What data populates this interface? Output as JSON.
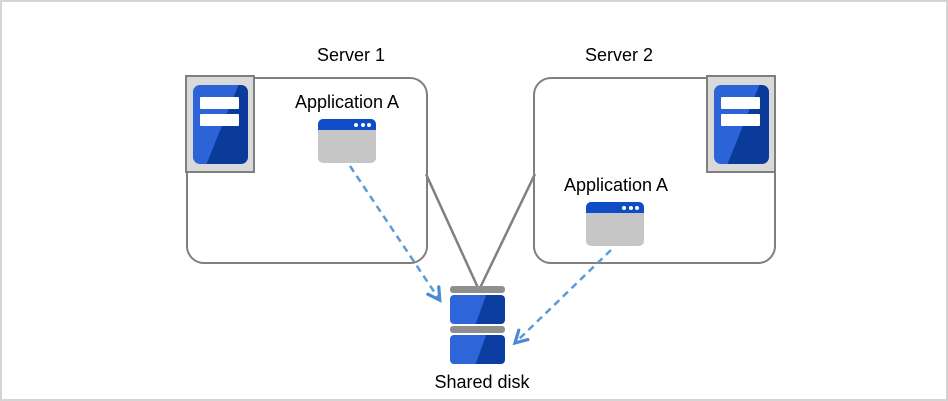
{
  "diagram": {
    "servers": [
      {
        "label": "Server 1",
        "application": {
          "label": "Application A"
        }
      },
      {
        "label": "Server 2",
        "application": {
          "label": "Application A"
        }
      }
    ],
    "shared_disk": {
      "label": "Shared disk"
    },
    "connections": [
      {
        "from": "server-1-box",
        "to": "shared-disk-icon",
        "style": "solid-gray"
      },
      {
        "from": "server-2-box",
        "to": "shared-disk-icon",
        "style": "solid-gray"
      },
      {
        "from": "application-a-1",
        "to": "shared-disk-icon",
        "style": "dashed-blue-arrow"
      },
      {
        "from": "application-a-2",
        "to": "shared-disk-icon",
        "style": "dashed-blue-arrow"
      }
    ],
    "icons": {
      "server": "server-tower-icon",
      "application": "app-window-icon",
      "disk": "disk-stack-icon"
    },
    "colors": {
      "outline_gray": "#7f7f7f",
      "connector_gray": "#808080",
      "arrow_blue": "#5b9bd5",
      "arrowhead_blue": "#4a89d8",
      "icon_plate_gray": "#d9d9d9",
      "tower_blue_light": "#2c63d6",
      "tower_blue_dark": "#0a3a9a",
      "window_titlebar_blue": "#0e4dc5",
      "window_body_gray": "#c6c6c7",
      "disk_blue_light": "#2e65d9",
      "disk_blue_dark": "#0c3da0",
      "disk_cap_gray": "#8f8f8f"
    }
  }
}
